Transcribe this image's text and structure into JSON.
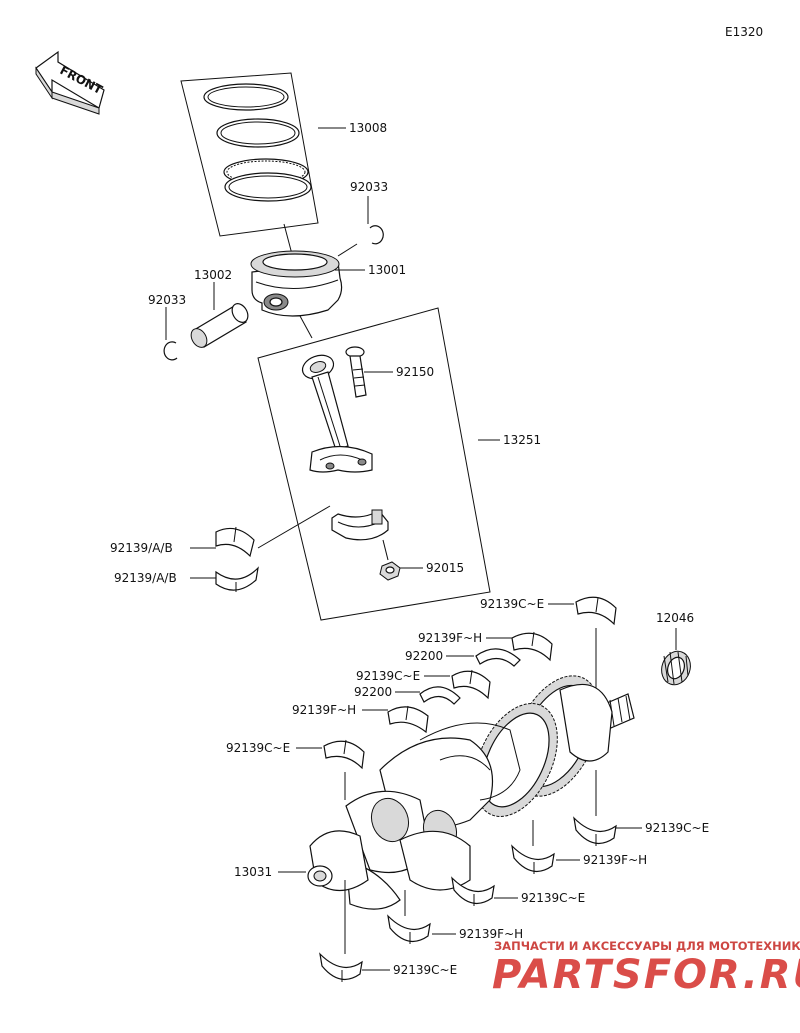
{
  "diagram_code": "E1320",
  "front_label": "FRONT",
  "watermark": {
    "subtitle": "ЗАПЧАСТИ И АКСЕССУАРЫ ДЛЯ МОТОТЕХНИКИ",
    "brand": "PARTSFOR.RU"
  },
  "callouts": {
    "piston_ring_set": "13008",
    "circlip_right": "92033",
    "piston": "13001",
    "piston_pin": "13002",
    "circlip_left": "92033",
    "conrod_bolt": "92150",
    "conrod_assy": "13251",
    "conrod_bearing_1": "92139/A/B",
    "conrod_bearing_2": "92139/A/B",
    "conrod_nut": "92015",
    "main_bearing_top_right": "92139C~E",
    "needle_bearing": "12046",
    "main_bearing_fh_1": "92139F~H",
    "thrust_washer_1": "92200",
    "main_bearing_ce_2": "92139C~E",
    "thrust_washer_2": "92200",
    "main_bearing_fh_2": "92139F~H",
    "main_bearing_ce_3": "92139C~E",
    "crankshaft": "13031",
    "main_bearing_ce_4": "92139C~E",
    "main_bearing_fh_3": "92139F~H",
    "main_bearing_ce_5": "92139C~E",
    "main_bearing_fh_4": "92139F~H",
    "main_bearing_ce_6": "92139C~E"
  }
}
